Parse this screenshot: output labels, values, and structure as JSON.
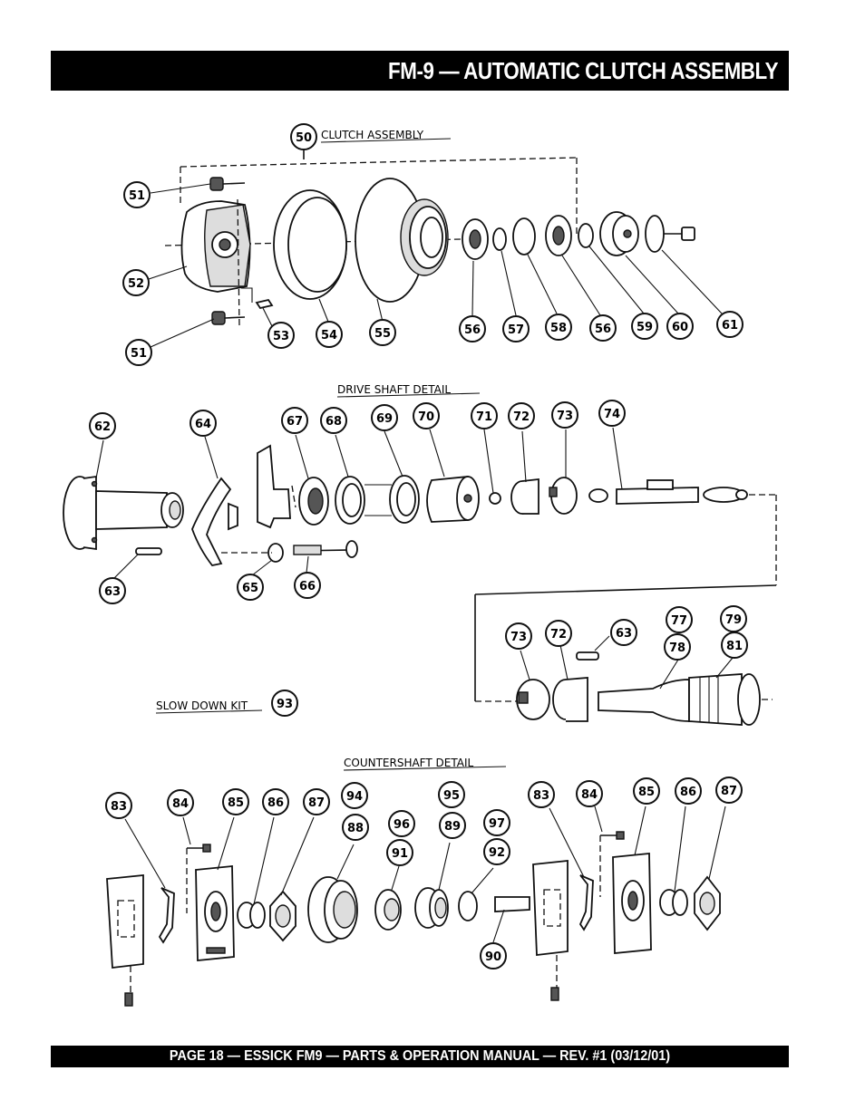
{
  "header": {
    "title": "FM-9 — AUTOMATIC CLUTCH ASSEMBLY"
  },
  "footer": {
    "text": "PAGE 18 — ESSICK FM9 — PARTS & OPERATION MANUAL — REV. #1 (03/12/01)"
  },
  "sections": {
    "clutch_assembly": "CLUTCH  ASSEMBLY",
    "drive_shaft_detail": "DRIVE  SHAFT  DETAIL",
    "slow_down_kit": "SLOW  DOWN  KIT",
    "countershaft_detail": "COUNTERSHAFT  DETAIL"
  },
  "callouts": {
    "c50": "50",
    "c51a": "51",
    "c51b": "51",
    "c52": "52",
    "c53": "53",
    "c54": "54",
    "c55": "55",
    "c56a": "56",
    "c57": "57",
    "c58": "58",
    "c56b": "56",
    "c59": "59",
    "c60": "60",
    "c61": "61",
    "c62": "62",
    "c63a": "63",
    "c64": "64",
    "c65": "65",
    "c66": "66",
    "c67": "67",
    "c68": "68",
    "c69": "69",
    "c70": "70",
    "c71": "71",
    "c72a": "72",
    "c73a": "73",
    "c74": "74",
    "c73b": "73",
    "c72b": "72",
    "c63b": "63",
    "c77": "77",
    "c78": "78",
    "c79": "79",
    "c81": "81",
    "c93": "93",
    "c83a": "83",
    "c84a": "84",
    "c85a": "85",
    "c86a": "86",
    "c87a": "87",
    "c94": "94",
    "c88": "88",
    "c96": "96",
    "c91": "91",
    "c95": "95",
    "c89": "89",
    "c97": "97",
    "c92": "92",
    "c90": "90",
    "c83b": "83",
    "c84b": "84",
    "c85b": "85",
    "c86b": "86",
    "c87b": "87"
  }
}
